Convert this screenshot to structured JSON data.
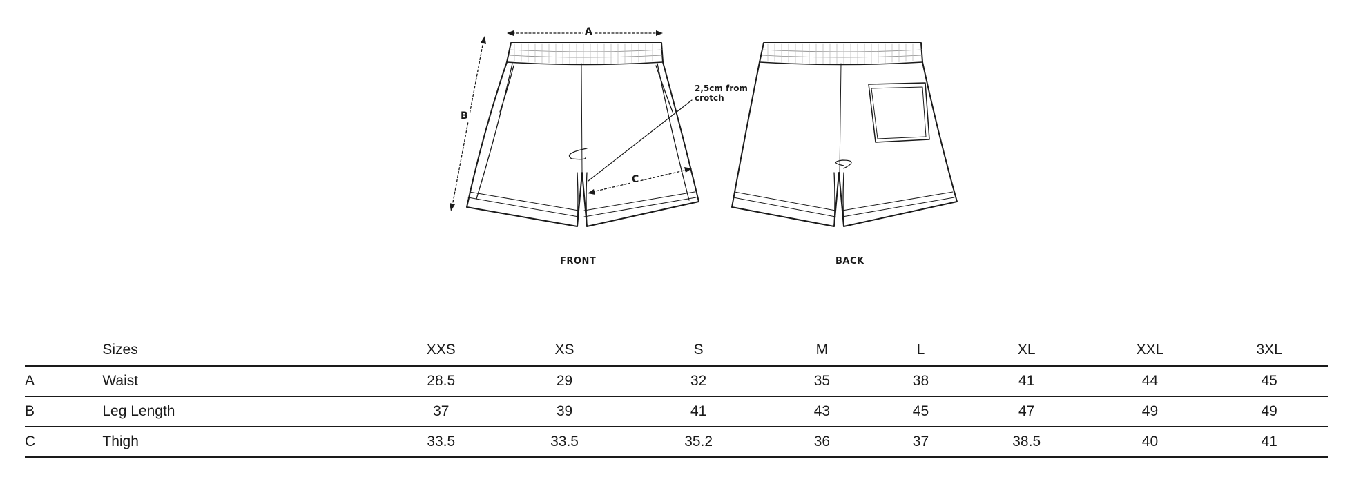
{
  "diagram": {
    "front_label": "FRONT",
    "back_label": "BACK",
    "note_line1": "2,5cm from",
    "note_line2": "crotch",
    "dim_a": "A",
    "dim_b": "B",
    "dim_c": "C"
  },
  "table": {
    "header": {
      "label": "Sizes",
      "sizes": [
        "XXS",
        "XS",
        "S",
        "M",
        "L",
        "XL",
        "XXL",
        "3XL"
      ]
    },
    "rows": [
      {
        "code": "A",
        "name": "Waist",
        "values": [
          "28.5",
          "29",
          "32",
          "35",
          "38",
          "41",
          "44",
          "45"
        ]
      },
      {
        "code": "B",
        "name": "Leg Length",
        "values": [
          "37",
          "39",
          "41",
          "43",
          "45",
          "47",
          "49",
          "49"
        ]
      },
      {
        "code": "C",
        "name": "Thigh",
        "values": [
          "33.5",
          "33.5",
          "35.2",
          "36",
          "37",
          "38.5",
          "40",
          "41"
        ]
      }
    ]
  }
}
